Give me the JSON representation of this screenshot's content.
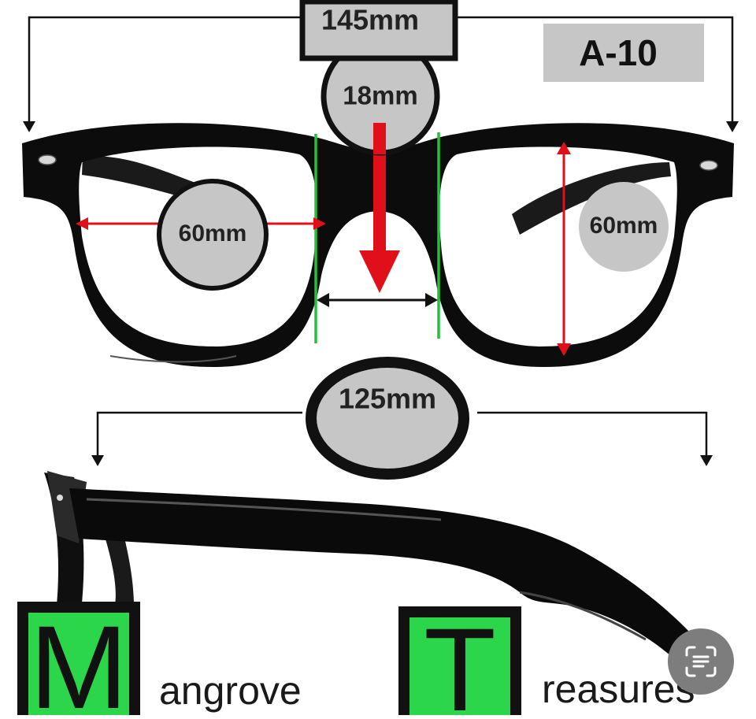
{
  "labels": {
    "total_width": "145mm",
    "bridge": "18mm",
    "lens_width": "60mm",
    "lens_height": "60mm",
    "temple_length": "125mm",
    "model": "A-10"
  },
  "brand": {
    "letter_1": "M",
    "word_1": "angrove",
    "letter_2": "T",
    "word_2": "reasures"
  },
  "icons": {
    "scan_button": "text-scan-icon"
  },
  "colors": {
    "accent_green": "#2bd64a",
    "arrow_red": "#e0101a",
    "guide_green": "#22c23a",
    "label_bubble": "#c6c6c6"
  }
}
